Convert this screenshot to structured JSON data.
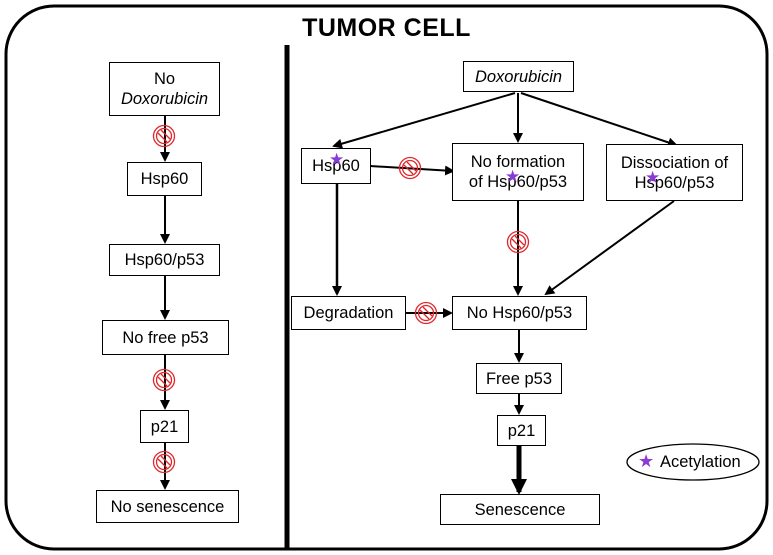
{
  "title": "TUMOR  CELL",
  "left_panel": {
    "no_doxorubicin": {
      "line1": "No",
      "line2": "Doxorubicin"
    },
    "hsp60": "Hsp60",
    "hsp60_p53": "Hsp60/p53",
    "no_free_p53": "No  free  p53",
    "p21": "p21",
    "no_senescence": "No senescence"
  },
  "right_panel": {
    "doxorubicin": "Doxorubicin",
    "hsp60": "Hsp60",
    "no_formation": {
      "line1": "No  formation",
      "line2": "of  Hsp60/p53"
    },
    "dissociation": {
      "line1": "Dissociation  of",
      "line2": "Hsp60/p53"
    },
    "degradation": "Degradation",
    "no_hsp60_p53": "No  Hsp60/p53",
    "free_p53": "Free  p53",
    "p21": "p21",
    "senescence": "Senescence"
  },
  "legend": {
    "icon": "star-icon",
    "label": "Acetylation"
  },
  "colors": {
    "acetylation_star": "#8a3bd6",
    "block_symbol": "#e0262b"
  }
}
